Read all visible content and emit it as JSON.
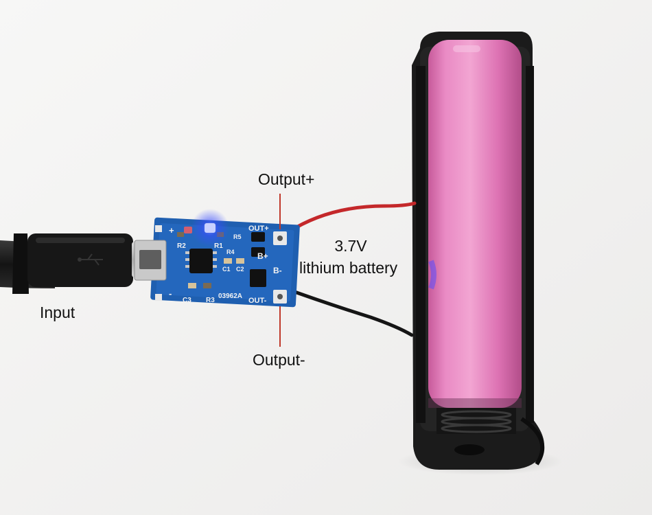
{
  "labels": {
    "output_plus": "Output+",
    "output_minus": "Output-",
    "input": "Input",
    "voltage": "3.7V",
    "battery": "lithium battery"
  },
  "board_markings": {
    "out_plus": "OUT+",
    "out_minus": "OUT-",
    "b_plus": "B+",
    "b_minus": "B-",
    "r1": "R1",
    "r2": "R2",
    "r3": "R3",
    "r4": "R4",
    "r5": "R5",
    "c1": "C1",
    "c2": "C2",
    "c3": "C3",
    "model": "03962A",
    "plus": "+",
    "minus": "-"
  },
  "colors": {
    "background": "#f3f3f1",
    "pcb": "#1f5fb0",
    "battery": "#e27cba",
    "holder": "#1a1a1a",
    "wire_positive": "#c4282a",
    "wire_negative": "#151515",
    "pointer_line": "#c0392b",
    "led": "#3a4dff"
  }
}
